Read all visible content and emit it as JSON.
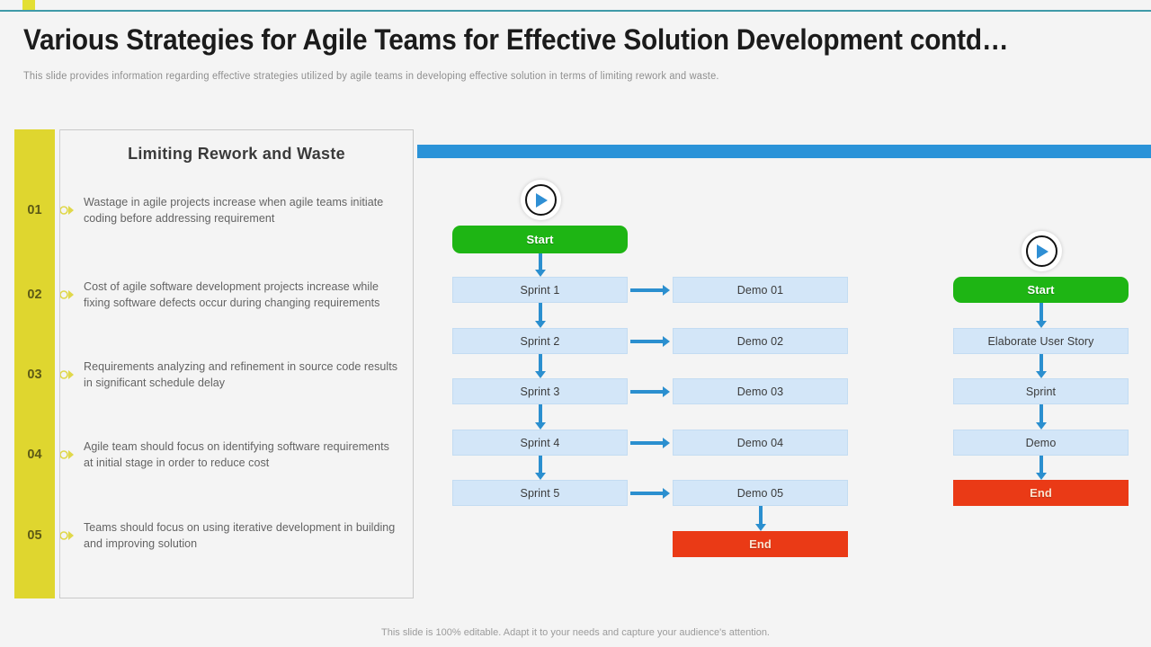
{
  "header": {
    "title": "Various Strategies for Agile Teams for Effective Solution Development contd…",
    "subtitle": "This slide provides  information  regarding  effective  strategies utilized by agile  teams in developing  effective  solution in terms of limiting rework and waste."
  },
  "accent": {
    "yellow": "#dfd62f",
    "teal_rule": "#3f9aa8",
    "blue_bar": "#2b93d8",
    "green": "#1eb514",
    "red": "#ea3a16",
    "node_blue": "#d3e6f8",
    "arrow_blue": "#2b8fcf"
  },
  "left_panel": {
    "title": "Limiting  Rework and Waste",
    "items": [
      {
        "num": "01",
        "text": "Wastage in agile projects increase when agile teams initiate coding before addressing requirement",
        "marker": "chevron-bullet-icon"
      },
      {
        "num": "02",
        "text": "Cost of agile software development projects increase while fixing software defects occur during changing requirements",
        "marker": "chevron-bullet-icon"
      },
      {
        "num": "03",
        "text": "Requirements analyzing and refinement in source code results in significant schedule delay",
        "marker": "chevron-bullet-icon"
      },
      {
        "num": "04",
        "text": "Agile team should focus on identifying software requirements at initial stage in order to reduce cost",
        "marker": "chevron-bullet-icon"
      },
      {
        "num": "05",
        "text": "Teams should focus on using iterative development in building and improving solution",
        "marker": "chevron-bullet-icon"
      }
    ]
  },
  "diagram": {
    "play_icons": [
      "play-button-icon",
      "play-button-icon"
    ],
    "sprint_flow": {
      "start": "Start",
      "steps": [
        "Sprint 1",
        "Sprint 2",
        "Sprint 3",
        "Sprint 4",
        "Sprint 5"
      ]
    },
    "demo_flow": {
      "steps": [
        "Demo 01",
        "Demo 02",
        "Demo 03",
        "Demo 04",
        "Demo 05"
      ],
      "end": "End"
    },
    "single_flow": {
      "start": "Start",
      "steps": [
        "Elaborate User  Story",
        "Sprint",
        "Demo"
      ],
      "end": "End"
    }
  },
  "footer": {
    "note": "This slide is 100% editable. Adapt it to your needs and capture your audience's attention."
  }
}
